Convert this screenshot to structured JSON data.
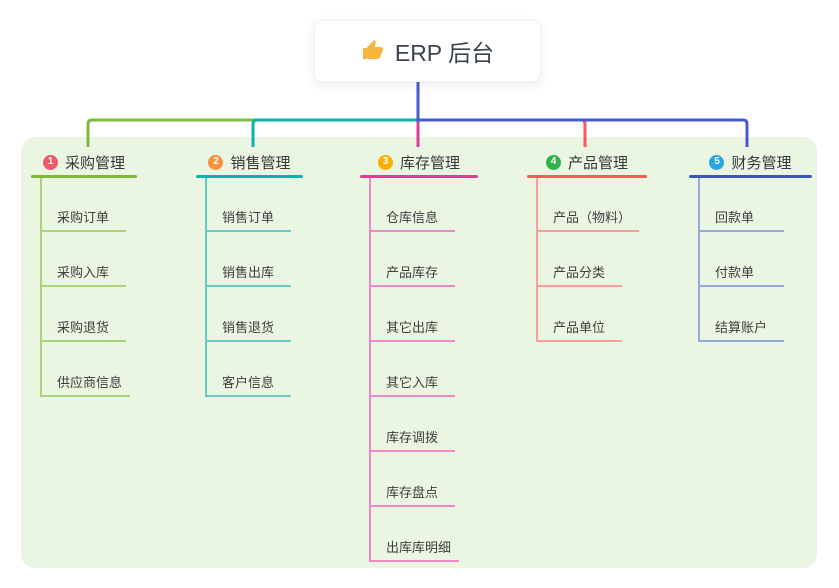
{
  "root": {
    "label": "ERP 后台",
    "icon": "thumbs-up-icon",
    "icon_color": "#f5b83d",
    "box_color": "#ffffff",
    "stem_color": "#4a59d0"
  },
  "canvas": {
    "background": "#ffffff",
    "container_background": "#eaf6e2"
  },
  "branches": [
    {
      "index": "1",
      "label": "采购管理",
      "badge_color": "#f4566a",
      "line_color": "#7eb93c",
      "connector_color": "#7eb93c",
      "child_line_color": "#a9d478",
      "children": [
        "采购订单",
        "采购入库",
        "采购退货",
        "供应商信息"
      ]
    },
    {
      "index": "2",
      "label": "销售管理",
      "badge_color": "#f8913d",
      "line_color": "#0eb2aa",
      "connector_color": "#0eb2aa",
      "child_line_color": "#63ccc5",
      "children": [
        "销售订单",
        "销售出库",
        "销售退货",
        "客户信息"
      ]
    },
    {
      "index": "3",
      "label": "库存管理",
      "badge_color": "#fcaf03",
      "line_color": "#e03c96",
      "connector_color": "#e03c96",
      "child_line_color": "#ef89c5",
      "children": [
        "仓库信息",
        "产品库存",
        "其它出库",
        "其它入库",
        "库存调拨",
        "库存盘点",
        "出库库明细"
      ]
    },
    {
      "index": "4",
      "label": "产品管理",
      "badge_color": "#30b348",
      "line_color": "#f85b56",
      "connector_color": "#f85b56",
      "child_line_color": "#fb9e98",
      "children": [
        "产品（物料）",
        "产品分类",
        "产品单位"
      ]
    },
    {
      "index": "5",
      "label": "财务管理",
      "badge_color": "#29a8e0",
      "line_color": "#3c56b3",
      "connector_color": "#4a59d0",
      "child_line_color": "#97a8dc",
      "children": [
        "回款单",
        "付款单",
        "结算账户"
      ]
    }
  ]
}
